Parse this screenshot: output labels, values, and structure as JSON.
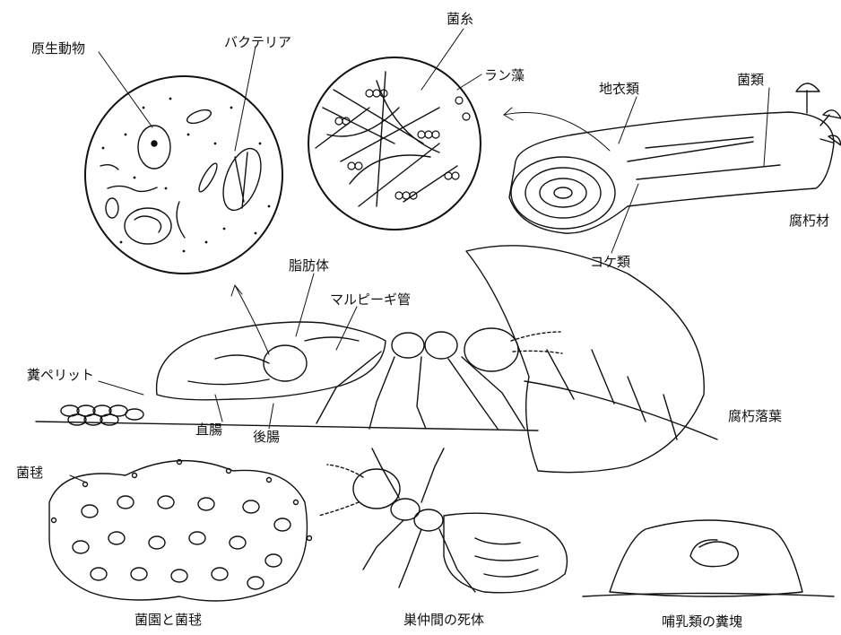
{
  "labels": {
    "protozoa": "原生動物",
    "bacteria": "バクテリア",
    "hyphae": "菌糸",
    "cyanobacteria": "ラン藻",
    "lichens": "地衣類",
    "fungi": "菌類",
    "rotten_wood": "腐朽材",
    "mosses": "コケ類",
    "fat_body": "脂肪体",
    "malpighian_tubules": "マルピーギ管",
    "fecal_pellets": "糞ペリット",
    "rectum": "直腸",
    "hindgut": "後腸",
    "rotten_leaf_litter": "腐朽落葉",
    "fungal_balls": "菌毬"
  },
  "captions": {
    "fungus_comb": "菌園と菌毬",
    "dead_nestmate": "巣仲間の死体",
    "mammal_dung": "哺乳類の糞塊"
  },
  "colors": {
    "ink": "#111111",
    "background": "#ffffff"
  }
}
